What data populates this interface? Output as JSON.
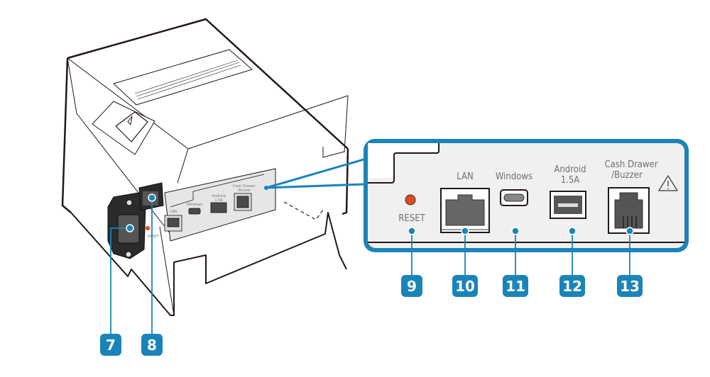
{
  "diagram": {
    "title": "Printer rear panel connectors",
    "accent_color": "#1a84b8",
    "callout_panel": {
      "ports": [
        {
          "id": 9,
          "name": "reset-button",
          "label_lines": [
            "RESET"
          ]
        },
        {
          "id": 10,
          "name": "lan-port",
          "label_lines": [
            "LAN"
          ]
        },
        {
          "id": 11,
          "name": "windows-usb-c-port",
          "label_lines": [
            "Windows"
          ]
        },
        {
          "id": 12,
          "name": "android-usb-a-port",
          "label_lines": [
            "Android",
            "1.5A"
          ]
        },
        {
          "id": 13,
          "name": "cash-drawer-port",
          "label_lines": [
            "Cash Drawer",
            "/Buzzer"
          ],
          "warning_icon": true
        }
      ]
    },
    "printer_body": {
      "ports": [
        {
          "id": 7,
          "name": "power-inlet"
        },
        {
          "id": 8,
          "name": "power-switch"
        }
      ],
      "small_labels": {
        "lan": "LAN",
        "windows": "Windows",
        "android": [
          "Android",
          "1.5A"
        ],
        "cash": [
          "Cash Drawer",
          "/Buzzer"
        ],
        "reset": "RESET"
      }
    },
    "badges": {
      "b7": "7",
      "b8": "8",
      "b9": "9",
      "b10": "10",
      "b11": "11",
      "b12": "12",
      "b13": "13"
    }
  }
}
